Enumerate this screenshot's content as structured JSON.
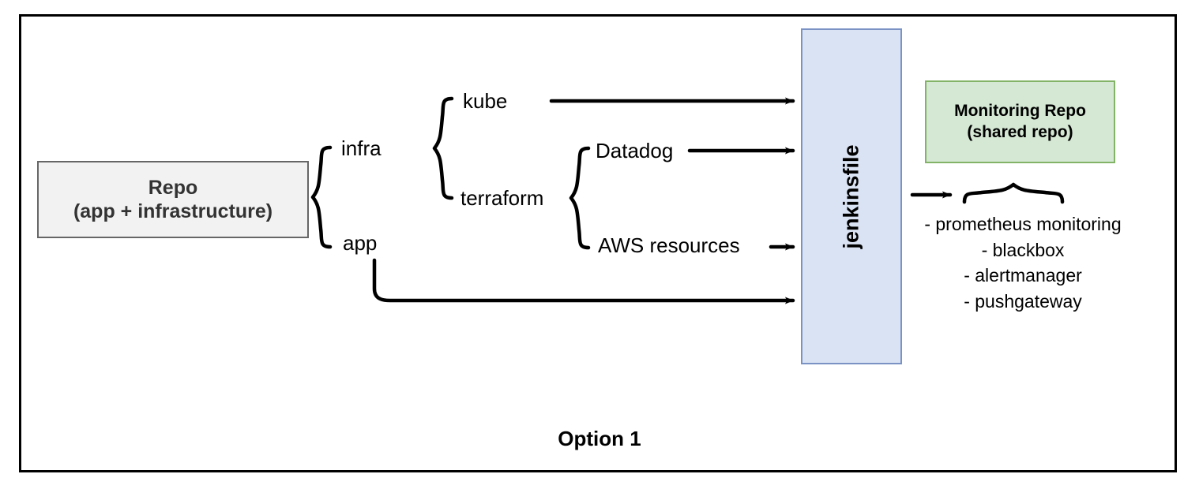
{
  "diagram": {
    "caption": "Option 1",
    "nodes": {
      "repo": {
        "line1": "Repo",
        "line2": "(app + infrastructure)",
        "fill": "#f2f2f2",
        "stroke": "#666666"
      },
      "jenkinsfile": {
        "label": "jenkinsfile",
        "fill": "#dae3f3",
        "stroke": "#7a93c4",
        "orientation": "vertical"
      },
      "monitoring_repo": {
        "line1": "Monitoring Repo",
        "line2": "(shared repo)",
        "fill": "#d5e8d4",
        "stroke": "#82b366"
      }
    },
    "branches": {
      "repo_children": [
        "infra",
        "app"
      ],
      "infra_children": [
        "kube",
        "terraform"
      ],
      "terraform_children": [
        "Datadog",
        "AWS resources"
      ]
    },
    "labels": {
      "infra": "infra",
      "app": "app",
      "kube": "kube",
      "terraform": "terraform",
      "datadog": "Datadog",
      "aws_resources": "AWS resources"
    },
    "monitoring_components": [
      "- prometheus monitoring",
      "- blackbox",
      "- alertmanager",
      "- pushgateway"
    ],
    "arrows": [
      {
        "from": "kube",
        "to": "jenkinsfile"
      },
      {
        "from": "Datadog",
        "to": "jenkinsfile"
      },
      {
        "from": "AWS resources",
        "to": "jenkinsfile"
      },
      {
        "from": "app",
        "to": "jenkinsfile"
      },
      {
        "from": "jenkinsfile",
        "to": "monitoring components"
      }
    ],
    "colors": {
      "frame": "#000000",
      "line": "#000000",
      "repo_fill": "#f2f2f2",
      "jenkinsfile_fill": "#dae3f3",
      "monitoring_fill": "#d5e8d4"
    }
  }
}
